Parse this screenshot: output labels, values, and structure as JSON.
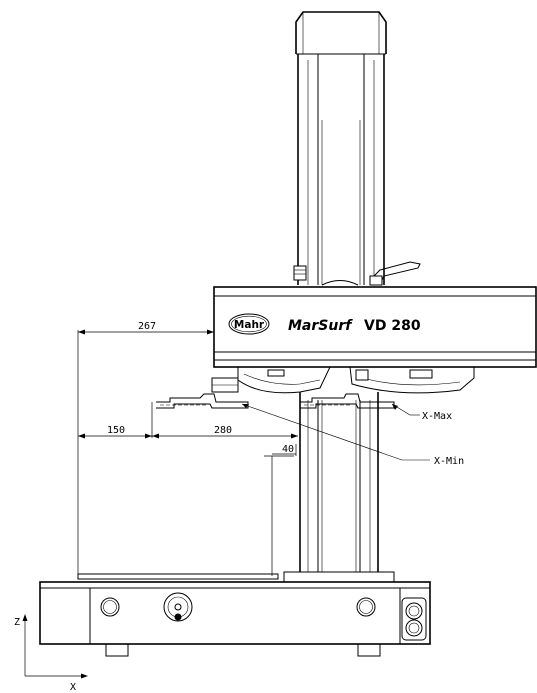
{
  "brand": {
    "logo_text": "Mahr",
    "product_name": "MarSurf",
    "product_model": "VD 280"
  },
  "dimensions": {
    "d267": "267",
    "d150": "150",
    "d280": "280",
    "d40": "40"
  },
  "labels": {
    "x_max": "X-Max",
    "x_min": "X-Min"
  },
  "axes": {
    "z": "Z",
    "x": "X"
  }
}
